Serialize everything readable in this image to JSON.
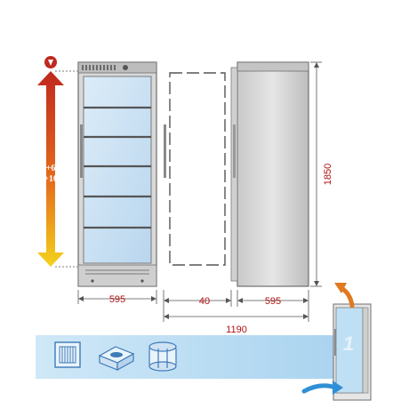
{
  "temperature": {
    "min_label": "+6",
    "max_label": "+16",
    "gradient_top": "#c0281e",
    "gradient_bottom": "#f4d21c"
  },
  "dimensions": {
    "front_width": "595",
    "side_gap": "40",
    "side_depth": "595",
    "total_depth": "1190",
    "height": "1850"
  },
  "accent_color": "#b01010",
  "features_bar": {
    "background": "#bfe0f4",
    "icons": [
      "ventilated-grille-icon",
      "compressor-unit-icon",
      "refrigerant-cylinder-icon"
    ]
  },
  "thumbnail": {
    "number": "1",
    "arrow_color": "#2f8fd6",
    "top_arrow_color": "#e07a20"
  }
}
